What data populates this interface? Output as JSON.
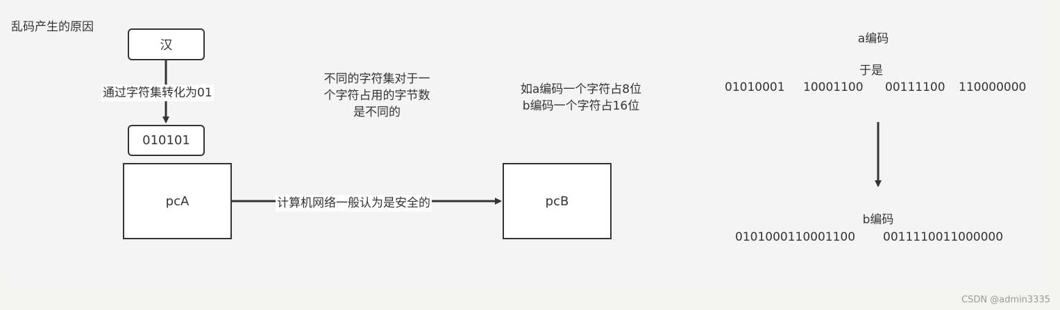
{
  "diagram": {
    "title": "乱码产生的原因",
    "nodes": {
      "char_han": "汉",
      "binary_010101": "010101",
      "pc_a": "pcA",
      "pc_b": "pcB"
    },
    "edges": {
      "convert_label": "通过字符集转化为01",
      "network_label": "计算机网络一般认为是安全的"
    },
    "notes": {
      "bytes_differ": [
        "不同的字符集对于一",
        "个字符占用的字节数",
        "是不同的"
      ],
      "encoding_sizes": [
        "如a编码一个字符占8位",
        "b编码一个字符占16位"
      ]
    },
    "right_panel": {
      "a_encoding_label": "a编码",
      "so_label": "于是",
      "a_bits": [
        "01010001",
        "10001100",
        "00111100",
        "110000000"
      ],
      "b_encoding_label": "b编码",
      "b_bits": [
        "0101000110001100",
        "0011110011000000"
      ]
    }
  },
  "watermark": "CSDN @admin3335",
  "colors": {
    "stroke": "#333333",
    "background": "#f4f4f4",
    "node_fill": "#ffffff"
  }
}
